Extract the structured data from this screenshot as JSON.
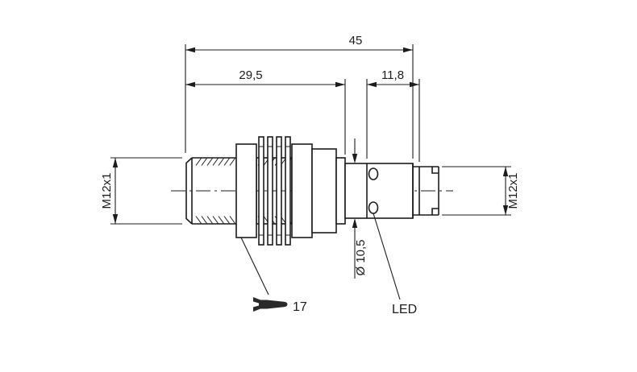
{
  "drawing": {
    "overall_length": "45",
    "thread_length": "29,5",
    "connector_length": "11,8",
    "thread_size_left": "M12x1",
    "thread_size_right": "M12x1",
    "housing_diameter": "Ø 10,5",
    "led_label": "LED",
    "wrench_size": "17"
  },
  "colors": {
    "line": "#1c1c1c",
    "background": "#ffffff"
  }
}
